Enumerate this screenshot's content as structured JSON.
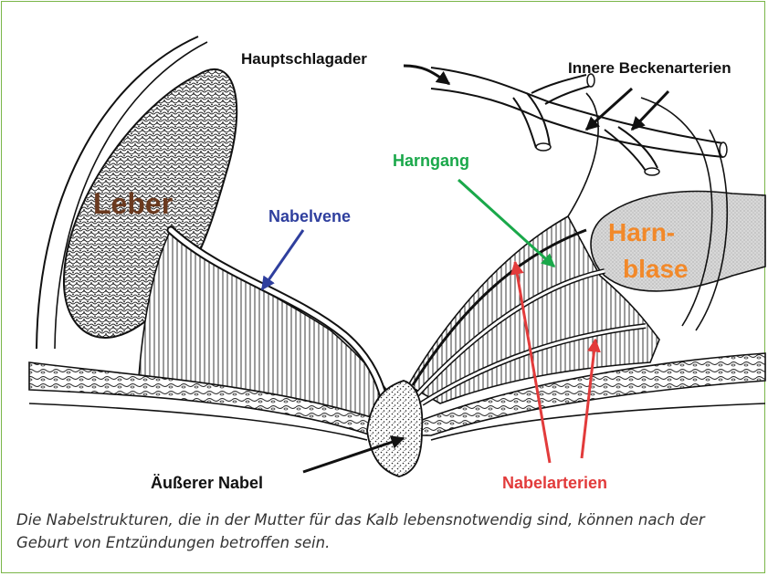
{
  "labels": {
    "hauptschlagader": "Hauptschlagader",
    "innere_beckenarterien": "Innere Beckenarterien",
    "leber": "Leber",
    "nabelvene": "Nabelvene",
    "harngang": "Harngang",
    "harnblase_line1": "Harn-",
    "harnblase_line2": "blase",
    "aeusserer_nabel": "Äußerer Nabel",
    "nabelarterien": "Nabelarterien"
  },
  "colors": {
    "frame": "#7ab648",
    "black": "#111111",
    "leber": "#6b3a1f",
    "nabelvene": "#2f3f9e",
    "harngang": "#1aa84a",
    "harnblase": "#f2892a",
    "nabelarterien": "#e23b3b"
  },
  "caption": "Die Nabelstrukturen, die in der Mutter für das Kalb lebensnotwendig sind, können nach der Geburt von Entzündungen betroffen sein."
}
